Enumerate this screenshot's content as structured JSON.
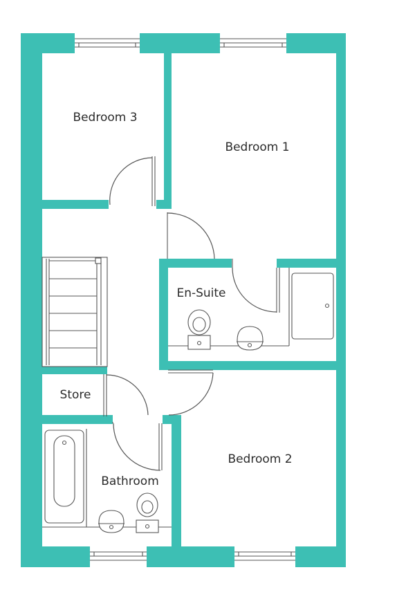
{
  "colors": {
    "wall": "#3dbfb4",
    "line": "#555555",
    "text": "#2b2b2b",
    "background": "#ffffff"
  },
  "rooms": {
    "bedroom3": "Bedroom 3",
    "bedroom1": "Bedroom 1",
    "ensuite": "En-Suite",
    "store": "Store",
    "bathroom": "Bathroom",
    "bedroom2": "Bedroom 2"
  }
}
